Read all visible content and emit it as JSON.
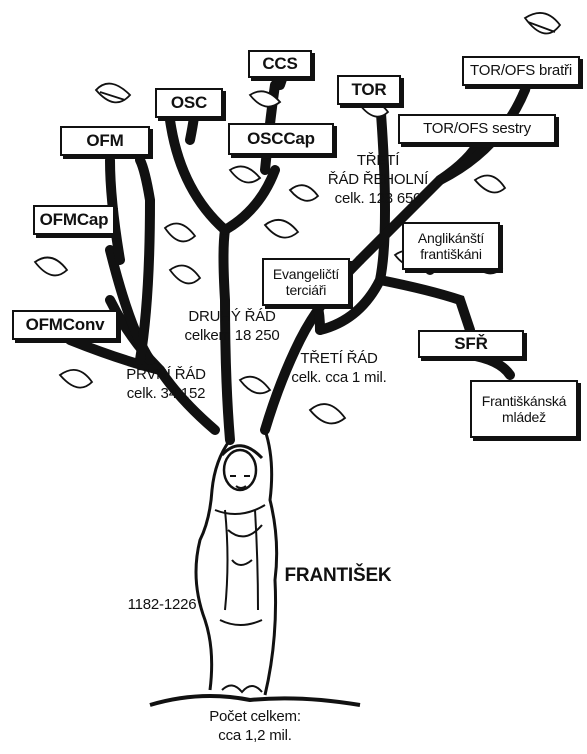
{
  "boxes": {
    "tor_ofs_bratri": "TOR/OFS bratři",
    "ccs": "CCS",
    "tor": "TOR",
    "osc": "OSC",
    "osccap": "OSCCap",
    "tor_ofs_sestry": "TOR/OFS sestry",
    "ofm": "OFM",
    "ofmcap": "OFMCap",
    "anglikansti": "Anglikánští\nfrantiškáni",
    "evangelicti": "Evangeličtí\nterciáři",
    "ofmconv": "OFMConv",
    "sfr": "SFŘ",
    "frantiskanska_mladez": "Františkánská\nmládež"
  },
  "labels": {
    "treti_rad_reholni": "TŘETÍ\nŘÁD ŘEHOLNÍ\ncelk. 123 650",
    "druhy_rad": "DRUHÝ ŘÁD\ncelkem 18 250",
    "treti_rad": "TŘETÍ ŘÁD\ncelk. cca 1 mil.",
    "prvni_rad": "PRVNÍ ŘÁD\ncelk. 34 152",
    "frantisek": "FRANTIŠEK",
    "years": "1182-1226",
    "total": "Počet celkem:\ncca 1,2 mil."
  }
}
